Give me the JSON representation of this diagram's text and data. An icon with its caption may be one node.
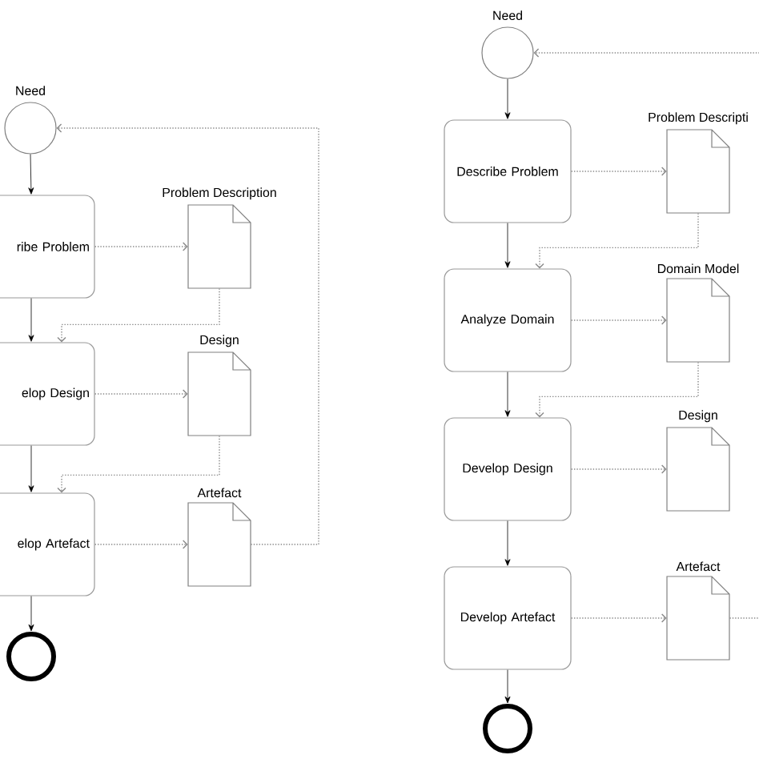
{
  "diagram": {
    "nodes": [
      {
        "text": [
          "Need"
        ]
      },
      {
        "text": [
          "ribe Problem"
        ]
      },
      {
        "text": [
          "Problem Description"
        ]
      },
      {
        "text": [
          "elop Design"
        ]
      },
      {
        "text": [
          "Design"
        ]
      },
      {
        "text": [
          "elop Artefact"
        ]
      },
      {
        "text": [
          "Artefact"
        ]
      },
      {
        "text": [],
        "shape": "circle"
      },
      {
        "text": [
          "Need"
        ]
      },
      {
        "text": [
          "Describe Problem"
        ]
      },
      {
        "text": [
          "Problem Descripti"
        ]
      },
      {
        "text": [
          "Analyze Domain"
        ]
      },
      {
        "text": [
          "Domain Model"
        ]
      },
      {
        "text": [
          "Develop Design"
        ]
      },
      {
        "text": [
          "Design"
        ]
      },
      {
        "text": [
          "Develop Artefact"
        ]
      },
      {
        "text": [
          "Artefact"
        ]
      },
      {
        "text": [],
        "shape": "circle"
      }
    ],
    "edges": [
      {
        "from": 0,
        "to": 1,
        "arrow": "to",
        "color": "#000000"
      },
      {
        "from": 1,
        "to": 3,
        "arrow": "to",
        "color": "#000000"
      },
      {
        "from": 3,
        "to": 5,
        "arrow": "to",
        "color": "#000000"
      },
      {
        "from": 5,
        "to": 7,
        "arrow": "to",
        "color": "#000000"
      },
      {
        "from": 1,
        "to": 2,
        "arrow": "to",
        "style": "dashed",
        "color": "#888888"
      },
      {
        "from": 2,
        "to": 3,
        "arrow": "to",
        "style": "dashed",
        "color": "#888888"
      },
      {
        "from": 3,
        "to": 4,
        "arrow": "to",
        "style": "dashed",
        "color": "#888888"
      },
      {
        "from": 4,
        "to": 5,
        "arrow": "to",
        "style": "dashed",
        "color": "#888888"
      },
      {
        "from": 5,
        "to": 6,
        "arrow": "to",
        "style": "dashed",
        "color": "#888888"
      },
      {
        "from": 6,
        "to": 0,
        "arrow": "to",
        "style": "dashed",
        "color": "#888888"
      },
      {
        "from": 8,
        "to": 9,
        "arrow": "to",
        "color": "#000000"
      },
      {
        "from": 9,
        "to": 11,
        "arrow": "to",
        "color": "#000000"
      },
      {
        "from": 11,
        "to": 13,
        "arrow": "to",
        "color": "#000000"
      },
      {
        "from": 13,
        "to": 15,
        "arrow": "to",
        "color": "#000000"
      },
      {
        "from": 15,
        "to": 17,
        "arrow": "to",
        "color": "#000000"
      },
      {
        "from": 9,
        "to": 10,
        "arrow": "to",
        "style": "dashed",
        "color": "#888888"
      },
      {
        "from": 10,
        "to": 11,
        "arrow": "to",
        "style": "dashed",
        "color": "#888888"
      },
      {
        "from": 11,
        "to": 12,
        "arrow": "to",
        "style": "dashed",
        "color": "#888888"
      },
      {
        "from": 12,
        "to": 13,
        "arrow": "to",
        "style": "dashed",
        "color": "#888888"
      },
      {
        "from": 13,
        "to": 14,
        "arrow": "to",
        "style": "dashed",
        "color": "#888888"
      },
      {
        "from": 15,
        "to": 16,
        "arrow": "to",
        "style": "dashed",
        "color": "#888888"
      },
      {
        "from": 16,
        "to": null,
        "arrow": "none",
        "style": "dashed",
        "color": "#888888"
      },
      {
        "from": null,
        "to": 8,
        "arrow": "to",
        "style": "dashed",
        "color": "#888888"
      }
    ]
  }
}
